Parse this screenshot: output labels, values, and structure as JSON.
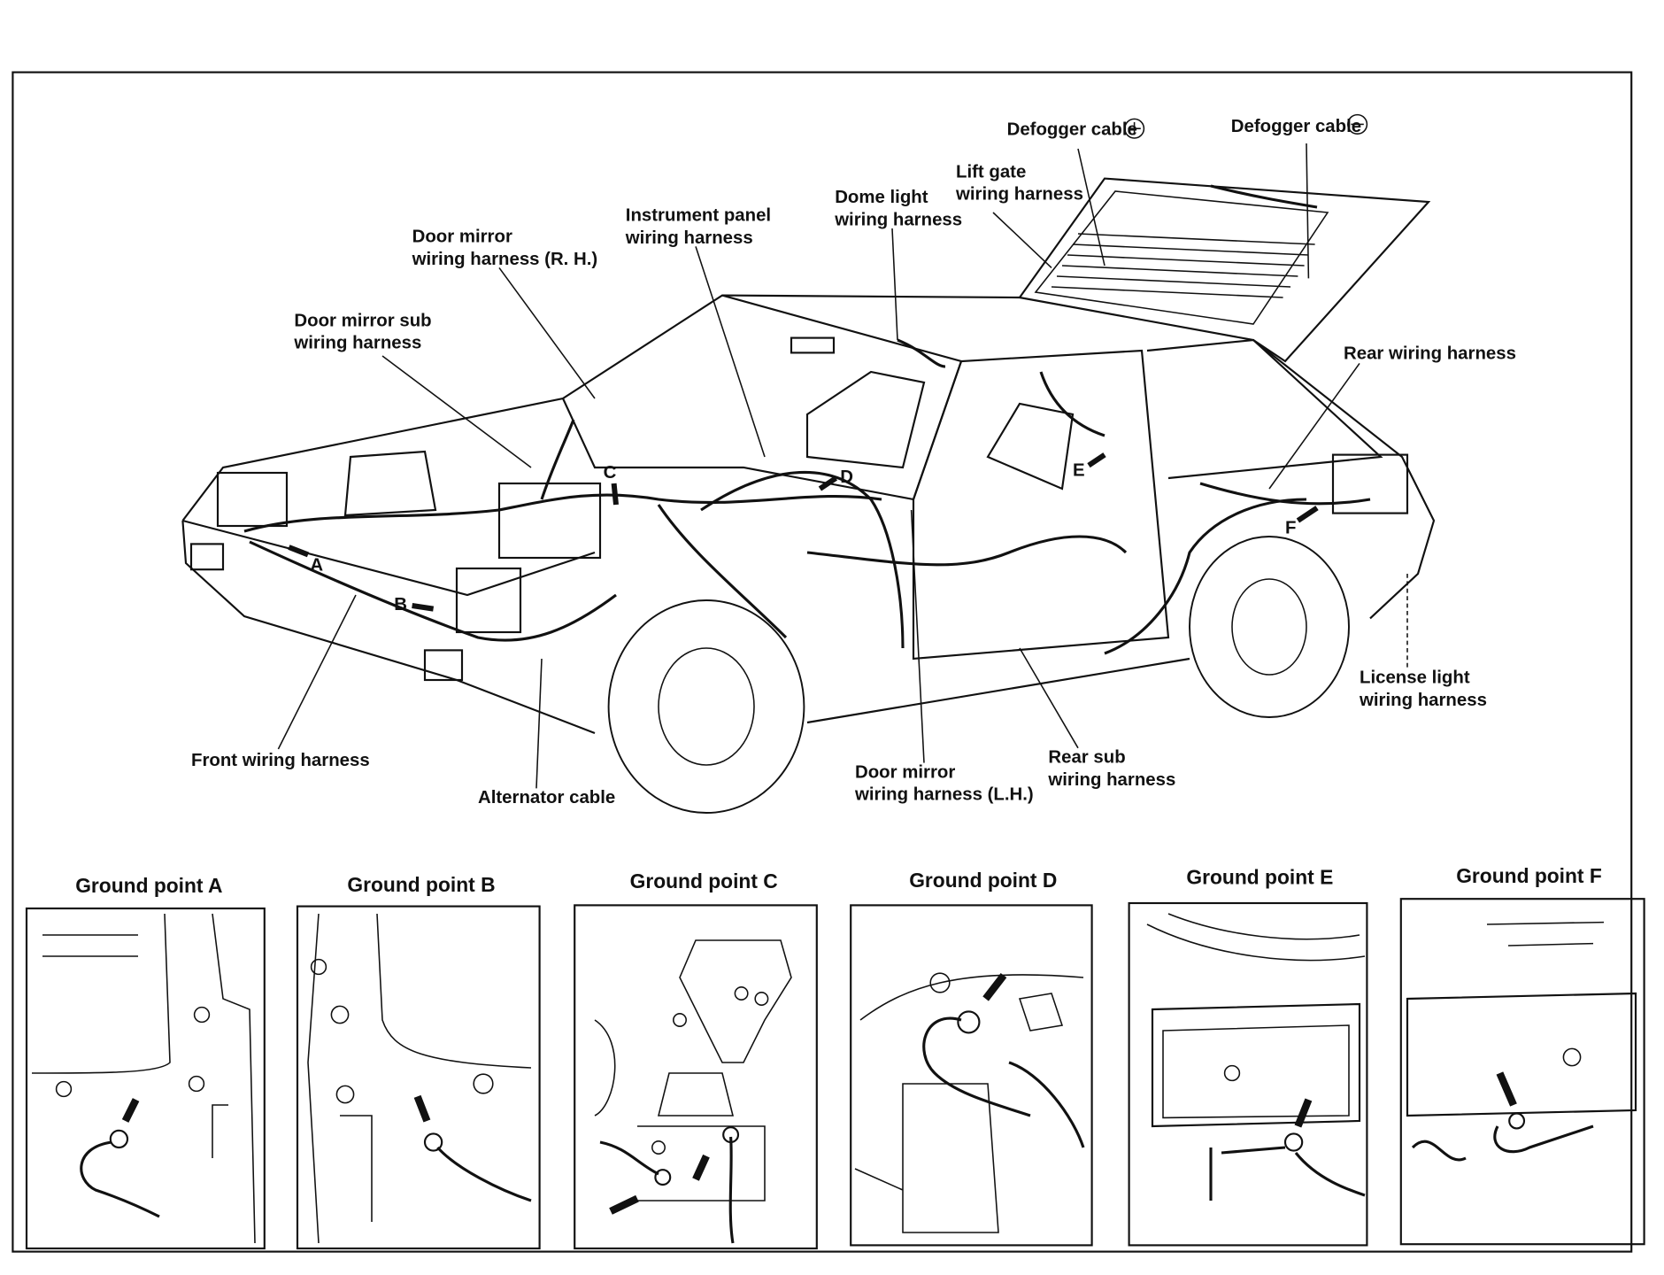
{
  "labels": {
    "defogger_plus": "Defogger cable",
    "defogger_minus": "Defogger cable",
    "lift_gate": [
      "Lift gate",
      "wiring harness"
    ],
    "dome_light": [
      "Dome light",
      "wiring harness"
    ],
    "instrument_panel": [
      "Instrument panel",
      "wiring harness"
    ],
    "door_mirror_rh": [
      "Door mirror",
      "wiring harness (R. H.)"
    ],
    "door_mirror_sub": [
      "Door mirror sub",
      "wiring harness"
    ],
    "rear_wiring": "Rear wiring harness",
    "license_light": [
      "License light",
      "wiring harness"
    ],
    "front_wiring": "Front wiring harness",
    "alternator": "Alternator cable",
    "door_mirror_lh": [
      "Door mirror",
      "wiring harness (L.H.)"
    ],
    "rear_sub": [
      "Rear sub",
      "wiring harness"
    ]
  },
  "symbols": {
    "plus": "plus-circle",
    "minus": "minus-circle"
  },
  "callouts": [
    "A",
    "B",
    "C",
    "D",
    "E",
    "F"
  ],
  "ground_points": [
    {
      "title": "Ground point A"
    },
    {
      "title": "Ground point B"
    },
    {
      "title": "Ground point C"
    },
    {
      "title": "Ground point D"
    },
    {
      "title": "Ground point E"
    },
    {
      "title": "Ground point F"
    }
  ]
}
